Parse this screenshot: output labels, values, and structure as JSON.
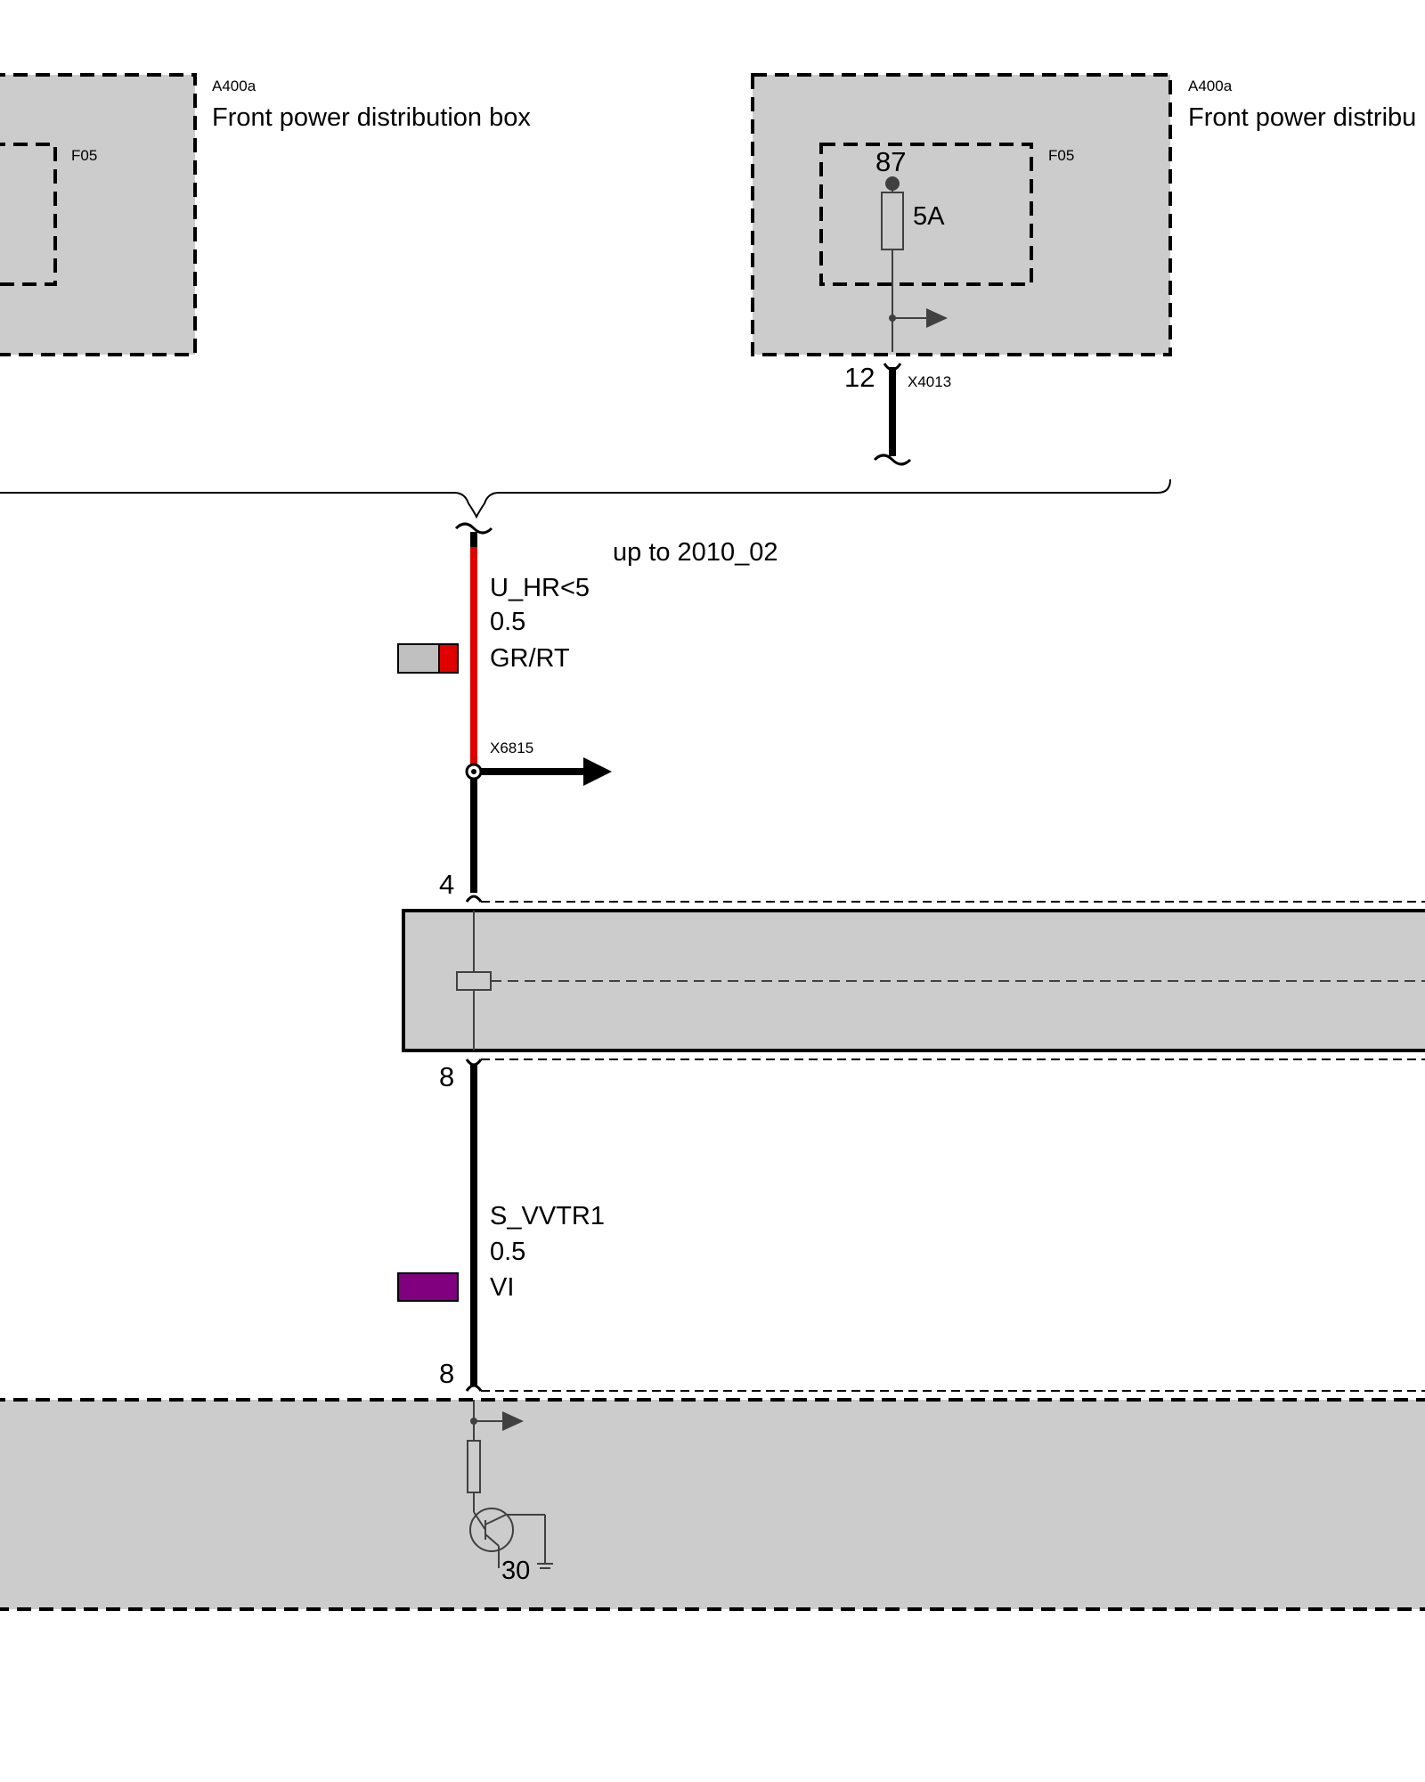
{
  "colors": {
    "box_fill": "#cccccc",
    "wire_red": "#e00000",
    "wire_black": "#000000",
    "wire_violet": "#800080",
    "wire_grey": "#c0c0c0",
    "component_grey": "#404040"
  },
  "left_box": {
    "id": "A400a",
    "name": "Front power distribution box",
    "fuse_id": "F05"
  },
  "right_box": {
    "id": "A400a",
    "name": "Front power distribu",
    "fuse_id": "F05",
    "pin": "87",
    "fuse_rating": "5A",
    "connector_pin": "12",
    "connector_id": "X4013"
  },
  "variant_note": "up to 2010_02",
  "wire_1": {
    "signal": "U_HR<5",
    "gauge": "0.5",
    "color_code": "GR/RT",
    "splice_id": "X6815"
  },
  "relay": {
    "pin_top": "4",
    "pin_bottom": "8"
  },
  "wire_2": {
    "signal": "S_VVTR1",
    "gauge": "0.5",
    "color_code": "VI"
  },
  "control_unit": {
    "pin": "8",
    "ground_pin": "30"
  }
}
